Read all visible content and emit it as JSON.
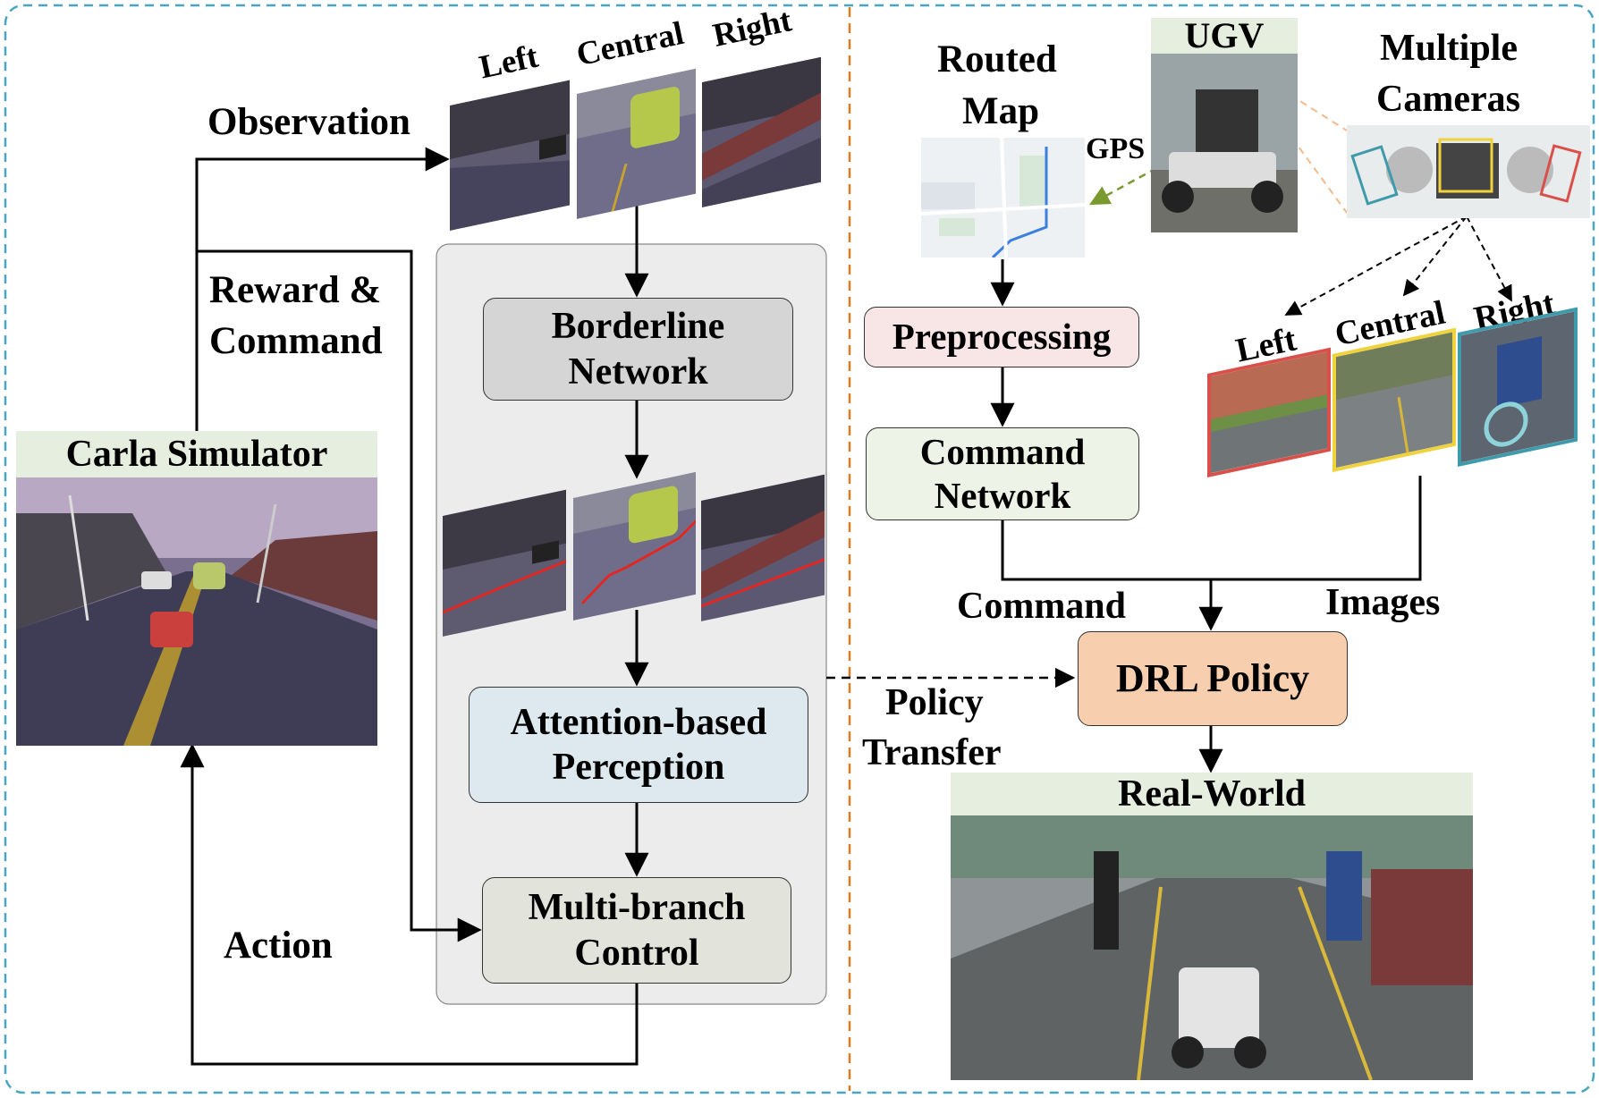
{
  "colors": {
    "outer_border": "#4aa6c0",
    "divider": "#e07a20",
    "gray_panel": "#ececec",
    "borderline_box": "#d5d5d5",
    "attention_box": "#dde9ee",
    "control_box": "#e2e4dc",
    "header_green": "#e6efdf",
    "preprocess_box": "#f8e6e6",
    "command_box": "#edf3e6",
    "drl_box": "#f8cfae",
    "road_line": "#e8241f",
    "cam_left": "#d9504a",
    "cam_central": "#f0d23c",
    "cam_right": "#3f9aab"
  },
  "left": {
    "observation_label": "Observation",
    "reward_label_line1": "Reward &",
    "reward_label_line2": "Command",
    "action_label": "Action",
    "simulator_title": "Carla Simulator",
    "obs_views": [
      "Left",
      "Central",
      "Right"
    ],
    "borderline_line1": "Borderline",
    "borderline_line2": "Network",
    "attention_line1": "Attention-based",
    "attention_line2": "Perception",
    "control_line1": "Multi-branch",
    "control_line2": "Control"
  },
  "transfer": {
    "label_line1": "Policy",
    "label_line2": "Transfer"
  },
  "right": {
    "routed_map_line1": "Routed",
    "routed_map_line2": "Map",
    "gps_label": "GPS",
    "ugv_label": "UGV",
    "cameras_line1": "Multiple",
    "cameras_line2": "Cameras",
    "camera_views": [
      "Left",
      "Central",
      "Right"
    ],
    "preprocessing_label": "Preprocessing",
    "command_net_line1": "Command",
    "command_net_line2": "Network",
    "command_label": "Command",
    "images_label": "Images",
    "drl_label": "DRL Policy",
    "real_world_label": "Real-World"
  }
}
